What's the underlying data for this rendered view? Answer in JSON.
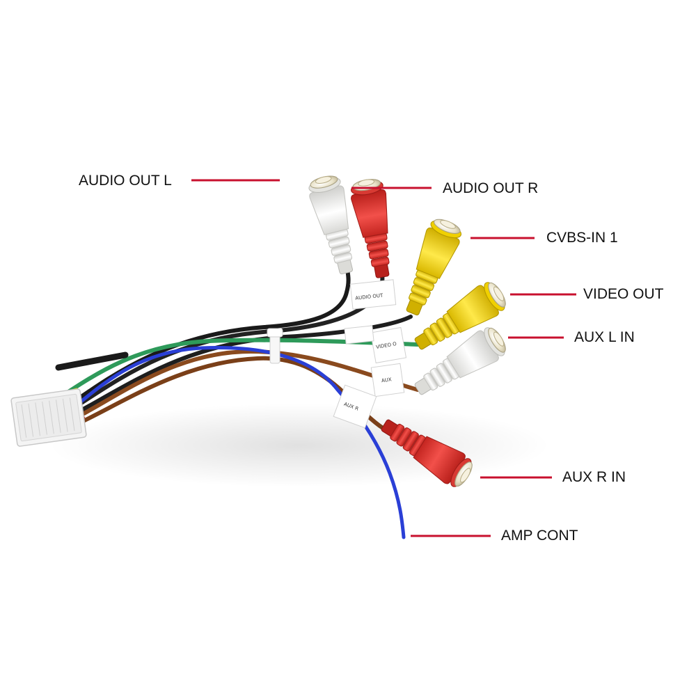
{
  "labels": {
    "audio_out_l": "AUDIO OUT L",
    "audio_out_r": "AUDIO OUT R",
    "cvbs_in_1": "CVBS-IN 1",
    "video_out": "VIDEO OUT",
    "aux_l_in": "AUX L IN",
    "aux_r_in": "AUX R IN",
    "amp_cont": "AMP CONT"
  },
  "tags": {
    "audio_out": "AUDIO OUT",
    "video_out": "VIDEO O",
    "aux": "AUX",
    "aux_r": "AUX R"
  },
  "colors": {
    "leader_line": "#c8102e",
    "plug_white": "#f2f2f0",
    "plug_red": "#e8352e",
    "plug_yellow": "#f2d400",
    "wire_black": "#1a1a1a",
    "wire_green": "#2e9a5a",
    "wire_brown": "#8a4a1e",
    "wire_blue": "#2a3fd6",
    "connector_housing": "#f4f4f4"
  }
}
